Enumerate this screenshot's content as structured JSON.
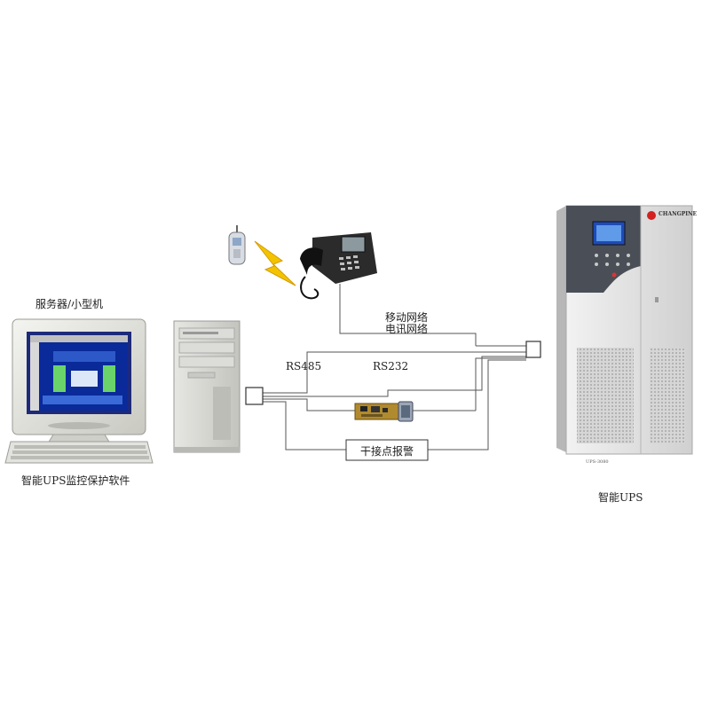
{
  "labels": {
    "server": "服务器/小型机",
    "software": "智能UPS监控保护软件",
    "ups": "智能UPS",
    "mobile_net": "移动网络",
    "telecom_net": "电讯网络",
    "rs485": "RS485",
    "rs232": "RS232",
    "dry_contact": "干接点报警"
  },
  "ups_brand": "CHANGPINE",
  "ups_model": "UPS-3080"
}
